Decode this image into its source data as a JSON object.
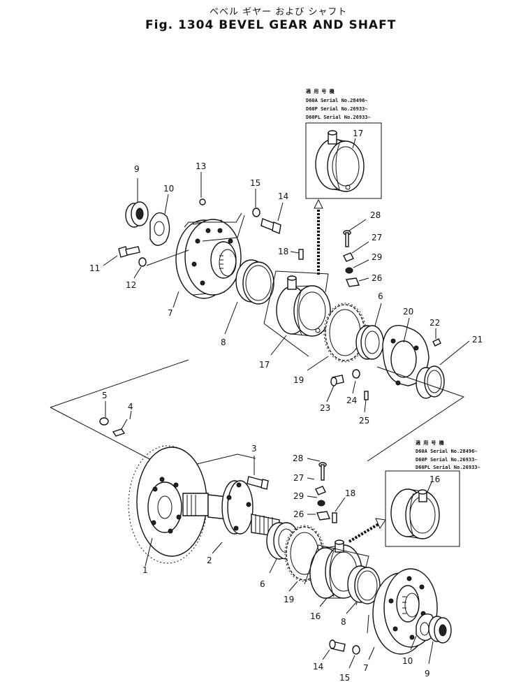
{
  "figure": {
    "subtitle_jp": "ベベル ギヤー および シャフト",
    "title": "Fig. 1304   BEVEL GEAR AND SHAFT"
  },
  "serial_notes": {
    "upper": {
      "header": "適 用 号 機",
      "lines": [
        "D60A  Serial No.28496~",
        "D60P  Serial No.26933~",
        "D60PL Serial No.26933~"
      ]
    },
    "lower": {
      "header": "適 用 号 機",
      "lines": [
        "D60A  Serial No.28496~",
        "D60P  Serial No.26933~",
        "D60PL Serial No.26933~"
      ]
    }
  },
  "callouts": {
    "c9_top": "9",
    "c10_top": "10",
    "c13": "13",
    "c15_top": "15",
    "c14_top": "14",
    "c11": "11",
    "c12": "12",
    "c7_top": "7",
    "c8_top": "8",
    "c18_top": "18",
    "c17_box": "17",
    "c17": "17",
    "c28_top": "28",
    "c27_top": "27",
    "c29_top": "29",
    "c26_top": "26",
    "c6_top": "6",
    "c20": "20",
    "c22": "22",
    "c21": "21",
    "c19_top": "19",
    "c23": "23",
    "c24": "24",
    "c25": "25",
    "c5": "5",
    "c4": "4",
    "c3": "3",
    "c1": "1",
    "c2": "2",
    "c28_bot": "28",
    "c27_bot": "27",
    "c29_bot": "29",
    "c26_bot": "26",
    "c18_bot": "18",
    "c16_box": "16",
    "c16": "16",
    "c6_bot": "6",
    "c19_bot": "19",
    "c8_bot": "8",
    "c7_bot": "7",
    "c10_bot": "10",
    "c9_bot": "9",
    "c14_bot": "14",
    "c15_bot": "15"
  }
}
